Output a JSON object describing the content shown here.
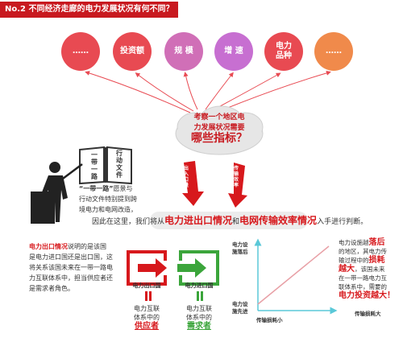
{
  "header": {
    "title": "No.2 不同经济走廊的电力发展状况有何不同？"
  },
  "circles": [
    {
      "label": "……",
      "color": "#e84a52"
    },
    {
      "label": "投资额",
      "color": "#e84a52"
    },
    {
      "label": "规  模",
      "color": "#d06fb7"
    },
    {
      "label": "增  速",
      "color": "#c76fd1"
    },
    {
      "label": "电力\n品种",
      "color": "#e84a52"
    },
    {
      "label": "……",
      "color": "#f08a4b"
    }
  ],
  "cloud": {
    "line1": "考察一个地区电",
    "line2": "力发展状况需要",
    "line3": "哪些指标？"
  },
  "book": {
    "left": "一带一路",
    "right": "行动文件"
  },
  "arrows": {
    "left": "出入口量",
    "right": "传输效率"
  },
  "intro": {
    "quote": "“一带一路”",
    "line1_rest": "愿景与",
    "line2": "行动文件特别提到跨",
    "line3": "境电力和电网改造，",
    "line4": "因此在这里，我们将从",
    "hl1": "电力进出口情况",
    "mid": "和",
    "hl2": "电网传输效率情况",
    "end": "入手进行判断。"
  },
  "left_text": {
    "lead": "电力出口情况",
    "l1_rest": "说明的是该国",
    "l2": "是电力进口国还是出口国，这",
    "l3": "将关系该国未来在一带一路电",
    "l4": "力互联体系中，担当供应者还",
    "l5": "是需求者角色。"
  },
  "export_box": {
    "label": "电力出口国",
    "role1": "电力互联",
    "role2": "体系中的",
    "role3": "供应者",
    "color": "#d7181c"
  },
  "import_box": {
    "label": "电力进口国",
    "role1": "电力互联",
    "role2": "体系中的",
    "role3": "需求者",
    "color": "#3ba53b"
  },
  "graph": {
    "y_top": "电力设\n施落后",
    "y_bottom": "电力设\n施先进",
    "x_left": "传输损耗小",
    "x_right": "传输损耗大"
  },
  "right_text": {
    "l1a": "电力设施越",
    "l1b": "落后",
    "l2": "的地区，其电力传",
    "l3a": "输过程中的",
    "l3b": "损耗",
    "l4a": "越大",
    "l4b": "，该国未来",
    "l5": "在一带一路电力互",
    "l6": "联体系中，需要的",
    "l7": "电力投资越大！"
  }
}
